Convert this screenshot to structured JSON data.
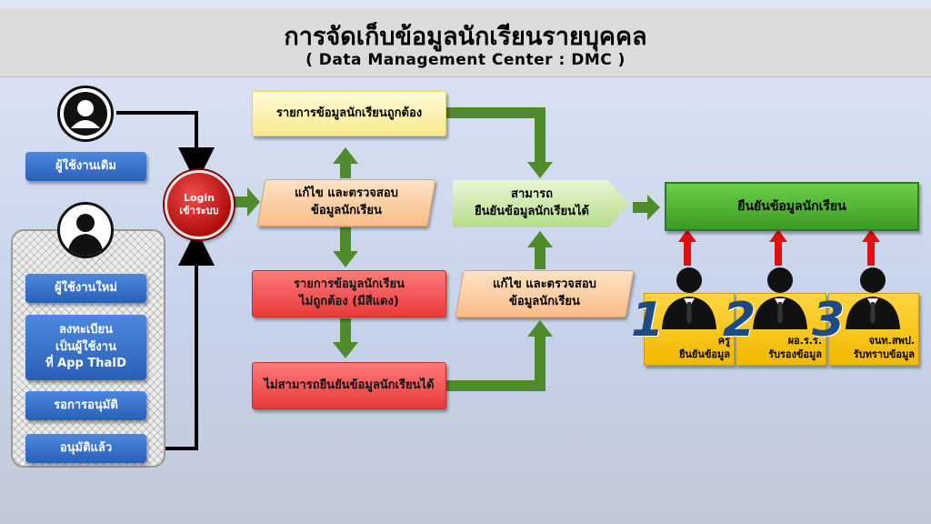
{
  "header": {
    "title": "การจัดเก็บข้อมูลนักเรียนรายบุคคล",
    "subtitle": "( Data Management Center : DMC )"
  },
  "left": {
    "existing_user": "ผู้ใช้งานเดิม",
    "new_user": "ผู้ใช้งานใหม่",
    "register": [
      "ลงทะเบียน",
      "เป็นผู้ใช้งาน",
      "ที่ App ThaID"
    ],
    "waiting": "รอการอนุมัติ",
    "approved": "อนุมัติแล้ว"
  },
  "login": {
    "line1": "Login",
    "line2": "เข้าระบบ"
  },
  "flow": {
    "correct_list": "รายการข้อมูลนักเรียนถูกต้อง",
    "edit_check_1": [
      "แก้ไข และตรวจสอบ",
      "ข้อมูลนักเรียน"
    ],
    "incorrect_list": [
      "รายการข้อมูลนักเรียน",
      "ไม่ถูกต้อง (มีสีแดง)"
    ],
    "cannot_confirm": "ไม่สามารถยืนยันข้อมูลนักเรียนได้",
    "can_confirm": [
      "สามารถ",
      "ยืนยันข้อมูลนักเรียนได้"
    ],
    "edit_check_2": [
      "แก้ไข และตรวจสอบ",
      "ข้อมูลนักเรียน"
    ],
    "confirm_data": "ยืนยันข้อมูลนักเรียน"
  },
  "roles": [
    {
      "number": "1",
      "line1": "ครู",
      "line2": "ยืนยันข้อมูล"
    },
    {
      "number": "2",
      "line1": "ผอ.ร.ร.",
      "line2": "รับรองข้อมูล"
    },
    {
      "number": "3",
      "line1": "จนท.สพป.",
      "line2": "รับทราบข้อมูล"
    }
  ],
  "colors": {
    "arrow_green": "#4f8a2b",
    "arrow_red": "#e01010",
    "button_blue": "#2f66c0",
    "confirm_green": "#4caf2e"
  }
}
